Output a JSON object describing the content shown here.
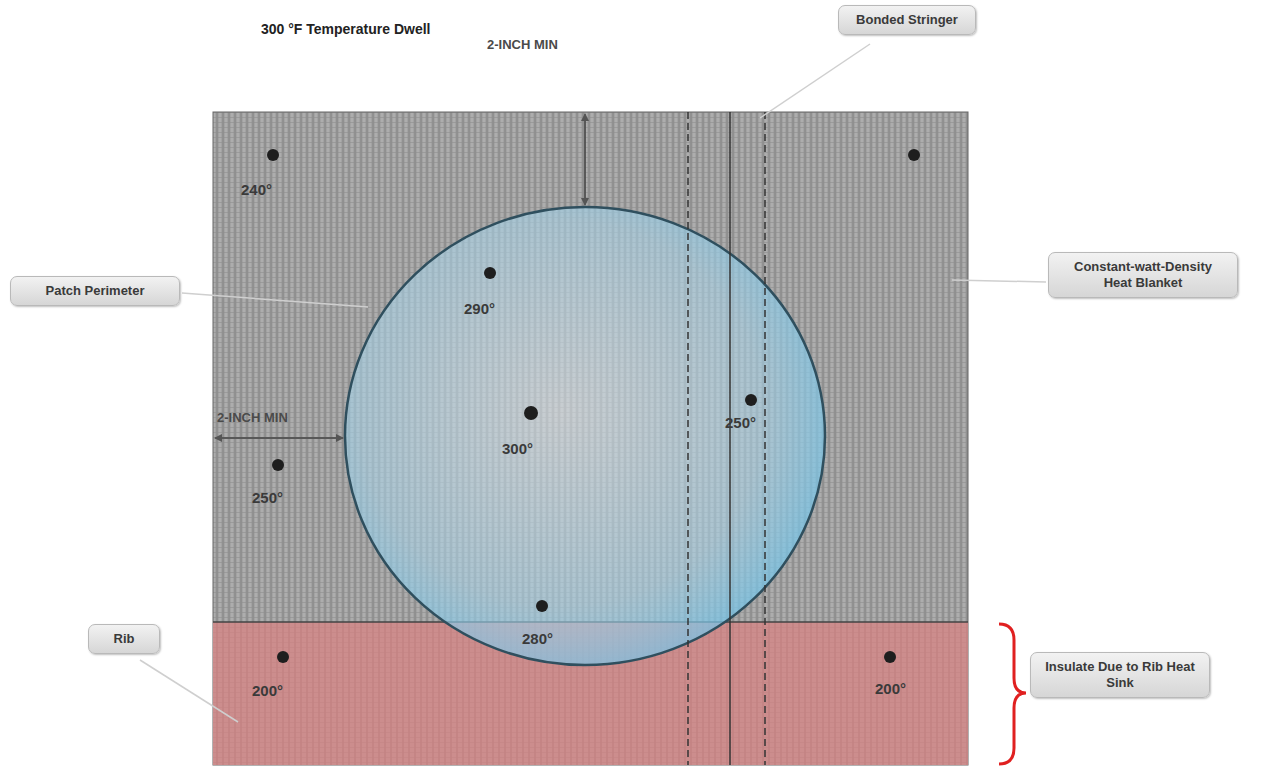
{
  "diagram": {
    "title": "300 °F Temperature Dwell",
    "nodes": [
      {
        "text": [
          "Bonded Stringer"
        ]
      },
      {
        "text": [
          "Patch Perimeter"
        ]
      },
      {
        "text": [
          "Constant-watt-Density Heat Blanket"
        ]
      },
      {
        "text": [
          "Rib"
        ]
      },
      {
        "text": [
          "Insulate Due to Rib Heat Sink"
        ]
      }
    ],
    "labels": [
      "2-INCH MIN",
      "240°",
      "290°",
      "2-INCH MIN",
      "300°",
      "250°",
      "250°",
      "280°",
      "200°",
      "200°"
    ]
  }
}
